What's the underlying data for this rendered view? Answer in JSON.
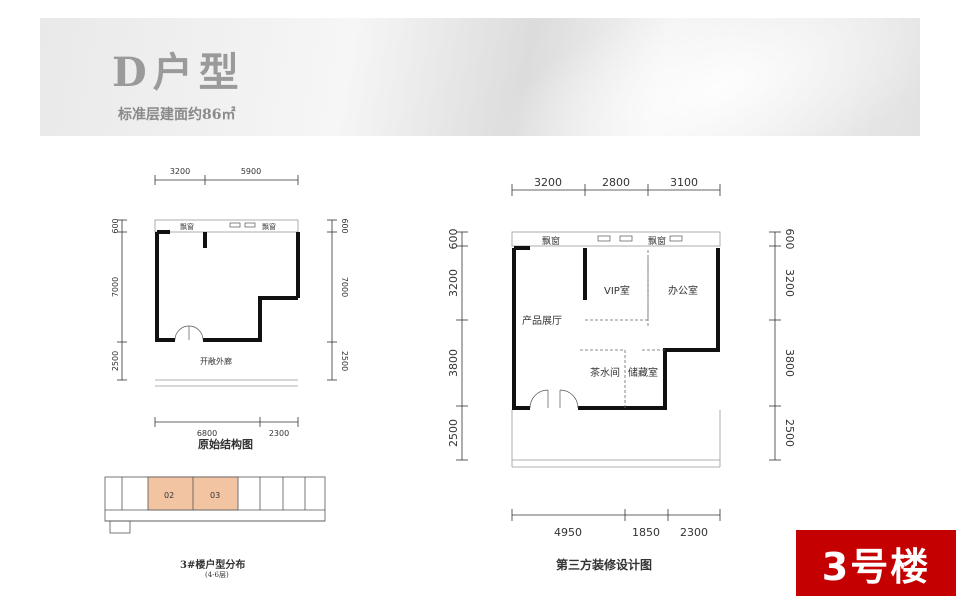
{
  "header": {
    "title": "D户型",
    "subtitle": "标准层建面约86㎡"
  },
  "original_plan": {
    "caption": "原始结构图",
    "dims_top": [
      "3200",
      "5900"
    ],
    "dims_bottom": [
      "6800",
      "2300"
    ],
    "dims_left": [
      "600",
      "7000",
      "2500"
    ],
    "dims_right": [
      "600",
      "7000",
      "2500"
    ],
    "rooms": {
      "bay_window_1": "飘窗",
      "bay_window_2": "飘窗",
      "corridor": "开敞外廊"
    }
  },
  "building_plan": {
    "caption": "3#楼户型分布",
    "sub_caption": "(4-6层)",
    "unit_a": "02",
    "unit_b": "03"
  },
  "design_plan": {
    "caption": "第三方装修设计图",
    "dims_top": [
      "3200",
      "2800",
      "3100"
    ],
    "dims_bottom": [
      "4950",
      "1850",
      "2300"
    ],
    "dims_left": [
      "600",
      "3200",
      "3800",
      "2500"
    ],
    "dims_right": [
      "600",
      "3200",
      "3800",
      "2500"
    ],
    "rooms": {
      "bay_window_1": "飘窗",
      "bay_window_2": "飘窗",
      "vip": "VIP室",
      "office": "办公室",
      "showroom": "产品展厅",
      "tea": "茶水间",
      "storage": "储藏室"
    }
  },
  "badge": "3号楼"
}
